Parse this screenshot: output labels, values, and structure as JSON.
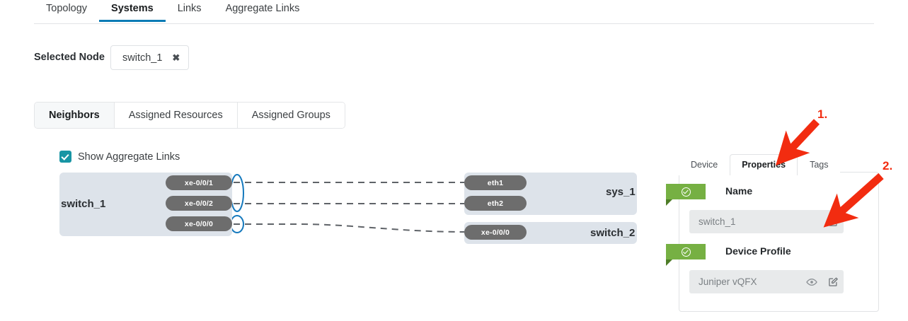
{
  "top_tabs": [
    {
      "label": "Topology",
      "active": false
    },
    {
      "label": "Systems",
      "active": true
    },
    {
      "label": "Links",
      "active": false
    },
    {
      "label": "Aggregate Links",
      "active": false
    }
  ],
  "selected_node": {
    "label": "Selected Node",
    "value": "switch_1",
    "remove_icon": "✖"
  },
  "sub_tabs": [
    {
      "label": "Neighbors",
      "active": true
    },
    {
      "label": "Assigned Resources",
      "active": false
    },
    {
      "label": "Assigned Groups",
      "active": false
    }
  ],
  "aggregate_links_checkbox": {
    "label": "Show Aggregate Links",
    "checked": true,
    "color": "#1795a4"
  },
  "topology": {
    "left_node": {
      "name": "switch_1",
      "ports": [
        "xe-0/0/1",
        "xe-0/0/2",
        "xe-0/0/0"
      ]
    },
    "right_nodes": [
      {
        "name": "sys_1",
        "ports": [
          "eth1",
          "eth2"
        ]
      },
      {
        "name": "switch_2",
        "ports": [
          "xe-0/0/0"
        ]
      }
    ],
    "node_bg": "#dde3ea",
    "port_bg": "#6d6d6d",
    "link_color": "#5f6368",
    "aggregate_marker_color": "#1579bd"
  },
  "panel": {
    "tabs": [
      {
        "label": "Device",
        "active": false
      },
      {
        "label": "Properties",
        "active": true
      },
      {
        "label": "Tags",
        "active": false
      }
    ],
    "fields": [
      {
        "title": "Name",
        "value": "switch_1",
        "status": "valid",
        "icons": [
          "edit-icon"
        ]
      },
      {
        "title": "Device Profile",
        "value": "Juniper vQFX",
        "status": "valid",
        "icons": [
          "eye-icon",
          "edit-icon"
        ]
      }
    ],
    "badge_color": "#76b043"
  },
  "annotations": [
    {
      "number": "1.",
      "target": "properties-tab"
    },
    {
      "number": "2.",
      "target": "name-edit-icon"
    }
  ],
  "accent_color": "#0b7bb5"
}
